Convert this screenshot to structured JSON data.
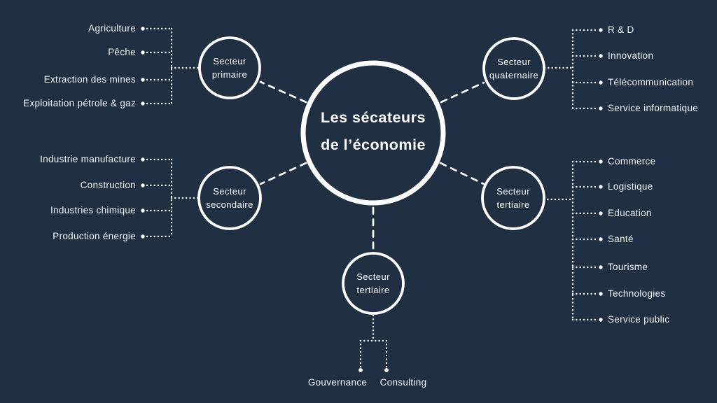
{
  "colors": {
    "background": "#212f43",
    "foreground": "#ffffff"
  },
  "center": {
    "line1": "Les sécateurs",
    "line2": "de l’économie"
  },
  "sectors": {
    "primaire": {
      "line1": "Secteur",
      "line2": "primaire",
      "items": [
        "Agriculture",
        "Pêche",
        "Extraction des mines",
        "Exploitation pétrole & gaz"
      ]
    },
    "secondaire": {
      "line1": "Secteur",
      "line2": "secondaire",
      "items": [
        "Industrie manufacture",
        "Construction",
        "Industries chimique",
        "Production énergie"
      ]
    },
    "quaternaire": {
      "line1": "Secteur",
      "line2": "quaternaire",
      "items": [
        "R & D",
        "Innovation",
        "Télécommunication",
        "Service informatique"
      ]
    },
    "tertiaire": {
      "line1": "Secteur",
      "line2": "tertiaire",
      "items": [
        "Commerce",
        "Logistique",
        "Education",
        "Santé",
        "Tourisme",
        "Technologies",
        "Service public"
      ]
    },
    "tertiaire_bottom": {
      "line1": "Secteur",
      "line2": "tertiaire",
      "items": [
        "Gouvernance",
        "Consulting"
      ]
    }
  }
}
